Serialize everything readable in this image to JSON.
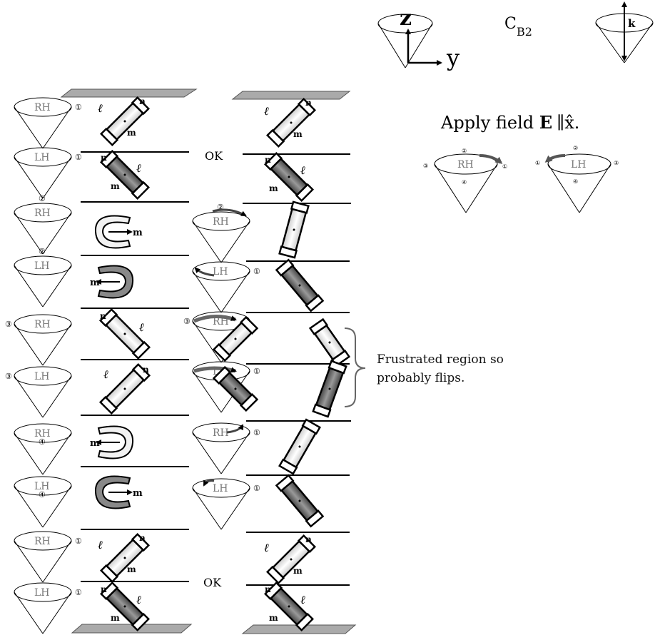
{
  "header": {
    "axis_z": "z",
    "axis_y": "y",
    "symmetry_main": "C",
    "symmetry_sub": "B2",
    "k_label": "k"
  },
  "applied_field": {
    "text_prefix": "Apply field ",
    "field_symbol": "E",
    "parallel": "∥",
    "direction": "x̂",
    "suffix": ".",
    "cones": [
      {
        "hand": "RH",
        "markers": [
          "②",
          "③",
          "④",
          "①"
        ]
      },
      {
        "hand": "LH",
        "markers": [
          "②",
          "①",
          "④",
          "③"
        ]
      }
    ]
  },
  "vector_labels": {
    "n": "n",
    "m": "m",
    "l": "ℓ"
  },
  "rows": [
    {
      "left_cone": "RH",
      "left_marker": "①",
      "status": "",
      "mid_cone": "",
      "mid_marker": ""
    },
    {
      "left_cone": "LH",
      "left_marker": "①",
      "status": "OK",
      "mid_cone": "",
      "mid_marker": ""
    },
    {
      "left_cone": "RH",
      "left_marker": "②",
      "status": "",
      "mid_cone": "RH",
      "mid_marker": "②"
    },
    {
      "left_cone": "LH",
      "left_marker": "②",
      "status": "",
      "mid_cone": "LH",
      "mid_marker": "①"
    },
    {
      "left_cone": "RH",
      "left_marker": "③",
      "status": "",
      "mid_cone": "RH",
      "mid_marker": "③"
    },
    {
      "left_cone": "LH",
      "left_marker": "③",
      "status": "",
      "mid_cone": "LH",
      "mid_marker": "①"
    },
    {
      "left_cone": "RH",
      "left_marker": "④",
      "status": "",
      "mid_cone": "RH",
      "mid_marker": "①"
    },
    {
      "left_cone": "LH",
      "left_marker": "④",
      "status": "",
      "mid_cone": "LH",
      "mid_marker": "①"
    },
    {
      "left_cone": "RH",
      "left_marker": "①",
      "status": "",
      "mid_cone": "",
      "mid_marker": ""
    },
    {
      "left_cone": "LH",
      "left_marker": "①",
      "status": "OK",
      "mid_cone": "",
      "mid_marker": ""
    }
  ],
  "frustrated_note": "Frustrated region so probably flips.",
  "colors": {
    "line": "#000000",
    "cone_label": "#777777",
    "light_fill": "#eeeeee",
    "dark_fill": "#777777",
    "plate": "#aaaaaa"
  }
}
